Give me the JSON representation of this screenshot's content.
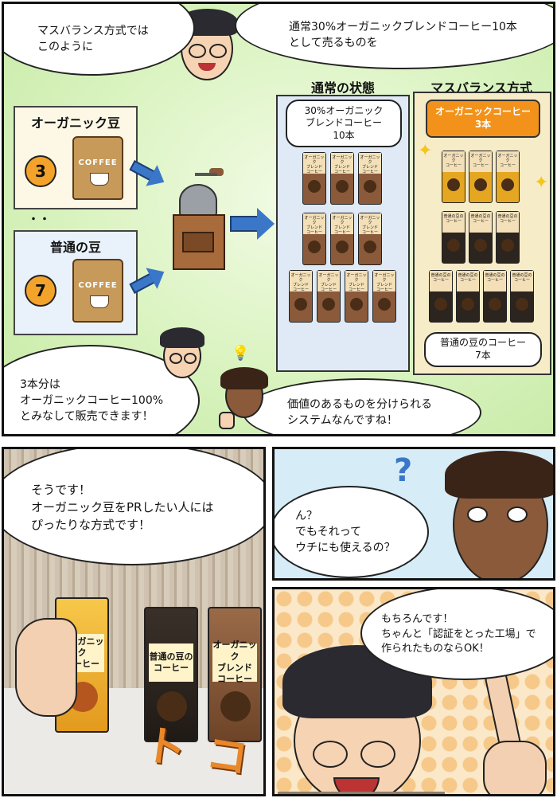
{
  "panel1": {
    "bubble_left": "マスバランス方式では\nこのように",
    "bubble_right": "通常30%オーガニックブレンドコーヒー10本\nとして売るものを",
    "organic_box_title": "オーガニック豆",
    "organic_count": "3",
    "normal_box_title": "普通の豆",
    "normal_count": "7",
    "bag_text": "COFFEE",
    "dots": "・・",
    "normal_state_title": "通常の状態",
    "normal_state_bubble": "30%オーガニック\nブレンドコーヒー\n10本",
    "mass_balance_title": "マスバランス方式",
    "organic_coffee_badge": "オーガニックコーヒー\n3本",
    "normal_bean_bubble": "普通の豆のコーヒー\n7本",
    "blend_can_label": "オーガニック\nブレンド\nコーヒー",
    "organic_can_label": "オーガニック\nコーヒー",
    "normal_can_label": "普通の豆の\nコーヒー",
    "bubble_bottom_left": "3本分は\nオーガニックコーヒー100%\nとみなして販売できます！",
    "bubble_bottom_right": "価値のあるものを分けられる\nシステムなんですね！"
  },
  "panel2": {
    "bubble": "そうです！\nオーガニック豆をPRしたい人には\nぴったりな方式です！",
    "can_organic": "オーガニック\nコーヒー",
    "can_normal": "普通の豆の\nコーヒー",
    "can_blend": "オーガニック\nブレンド\nコーヒー",
    "sfx": "コト"
  },
  "panel3": {
    "question_mark": "?",
    "bubble": "ん？\nでもそれって\nウチにも使えるの？"
  },
  "panel4": {
    "bubble": "もちろんです！\nちゃんと「認証をとった工場」で\n作られたものならOK！"
  },
  "colors": {
    "accent_orange": "#f4a32a",
    "arrow_blue": "#3a77c9",
    "panel_green": "#d9f3bf"
  }
}
